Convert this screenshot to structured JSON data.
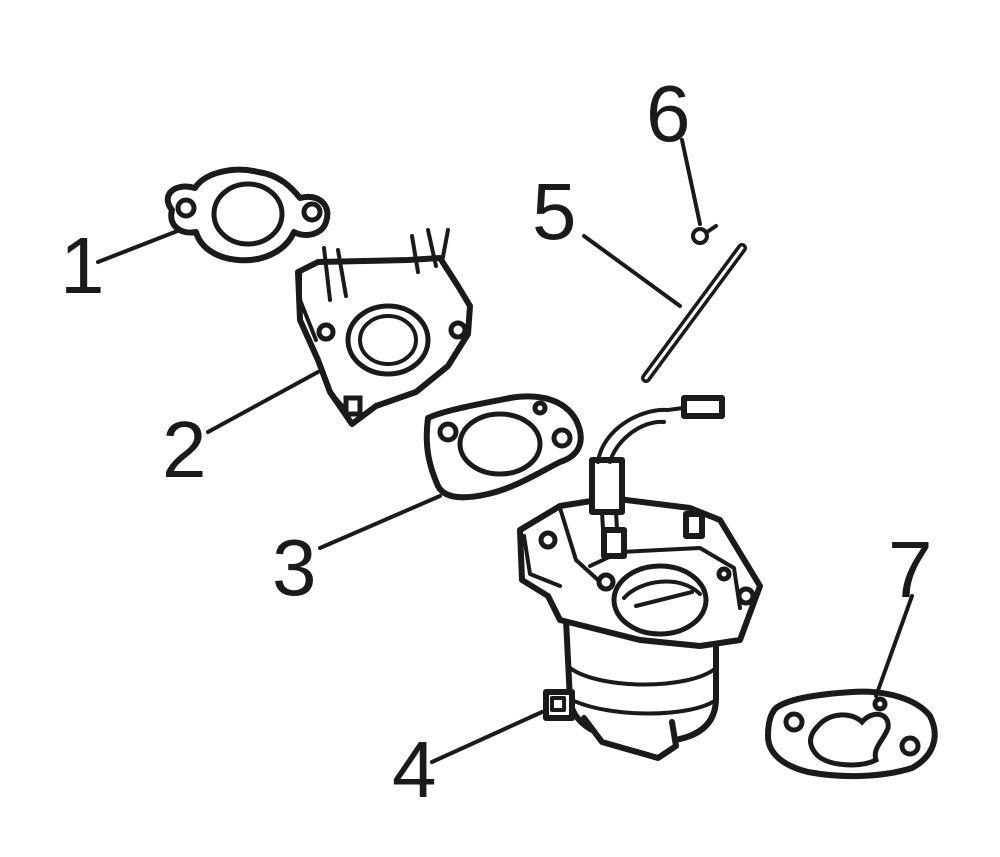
{
  "callouts": [
    {
      "id": "1",
      "label": "1"
    },
    {
      "id": "2",
      "label": "2"
    },
    {
      "id": "3",
      "label": "3"
    },
    {
      "id": "4",
      "label": "4"
    },
    {
      "id": "5",
      "label": "5"
    },
    {
      "id": "6",
      "label": "6"
    },
    {
      "id": "7",
      "label": "7"
    }
  ],
  "colors": {
    "line": "#1a1a1a",
    "background": "#ffffff"
  }
}
